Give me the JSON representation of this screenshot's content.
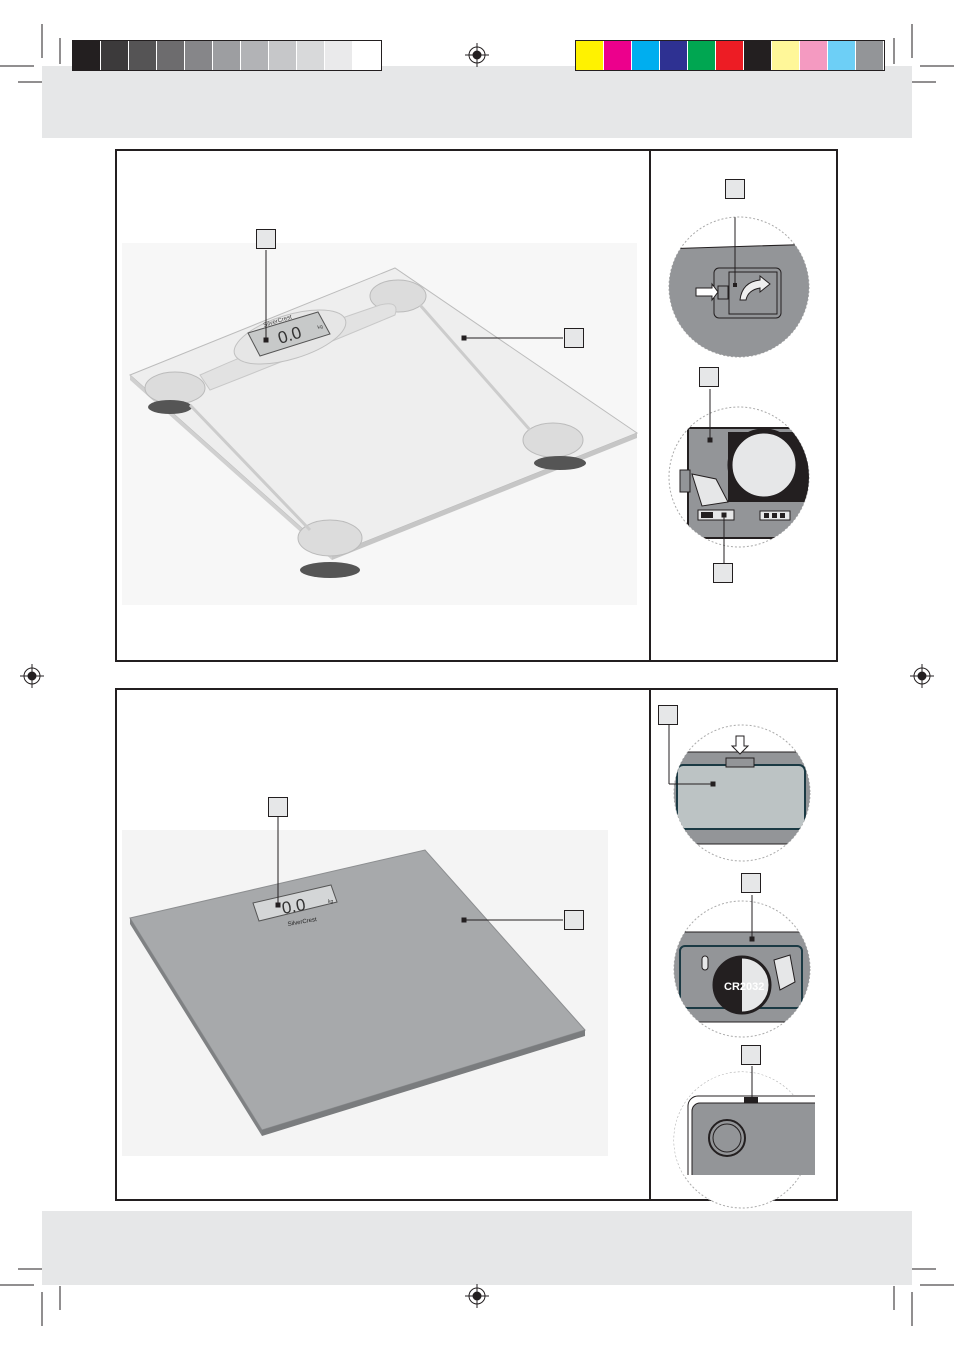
{
  "registration": {
    "grayscale": [
      "#231f20",
      "#3c3a3b",
      "#555455",
      "#6d6c6e",
      "#868689",
      "#9d9ea1",
      "#b2b3b6",
      "#c6c7c9",
      "#d8d9da",
      "#eaeaeb",
      "#ffffff"
    ],
    "colors": [
      "#fff200",
      "#ec008c",
      "#00aeef",
      "#2e3192",
      "#00a651",
      "#ed1c24",
      "#231f20",
      "#fff799",
      "#f49ac1",
      "#6dcff6",
      "#939598"
    ]
  },
  "figure1": {
    "brand": "SilverCrest",
    "display_value": "0.0",
    "unit": "kg"
  },
  "figure2": {
    "brand": "SilverCrest",
    "display_value": "0.0",
    "unit": "kg",
    "battery_label": "CR2032"
  }
}
